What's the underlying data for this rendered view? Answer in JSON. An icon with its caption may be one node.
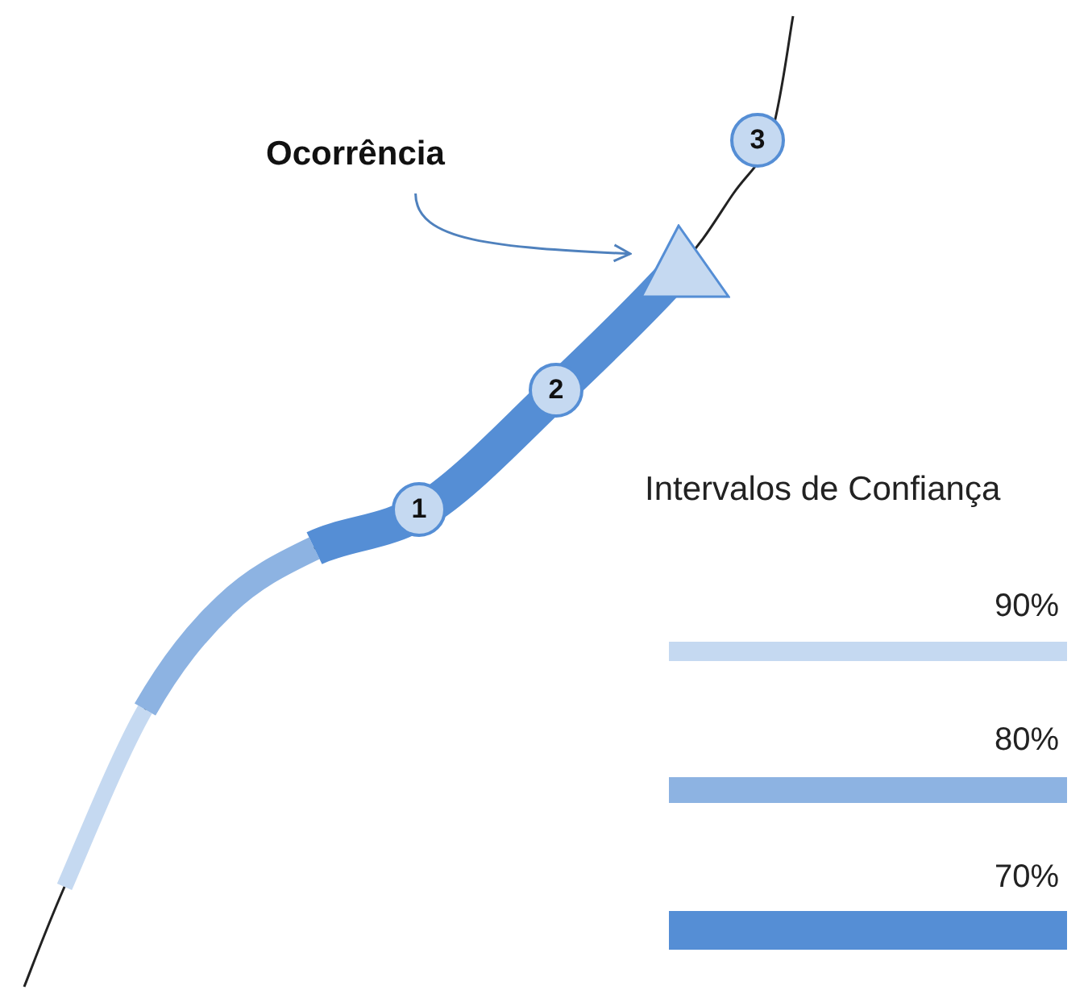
{
  "diagram": {
    "nodes": [
      {
        "text": [
          "Ocorrência"
        ]
      },
      {
        "text": [],
        "shape": "triangle"
      },
      {
        "text": [
          "1"
        ]
      },
      {
        "text": [
          "2"
        ]
      },
      {
        "text": [
          "3"
        ]
      }
    ],
    "edges": [
      {
        "from": 0,
        "to": 1,
        "arrow": "to"
      }
    ],
    "labels": [
      "Intervalos de Confiança"
    ],
    "legend": [
      {
        "text": "90%",
        "color": "#c5d9f1"
      },
      {
        "text": "80%",
        "color": "#8db3e2"
      },
      {
        "text": "70%",
        "color": "#558ed5"
      }
    ]
  }
}
